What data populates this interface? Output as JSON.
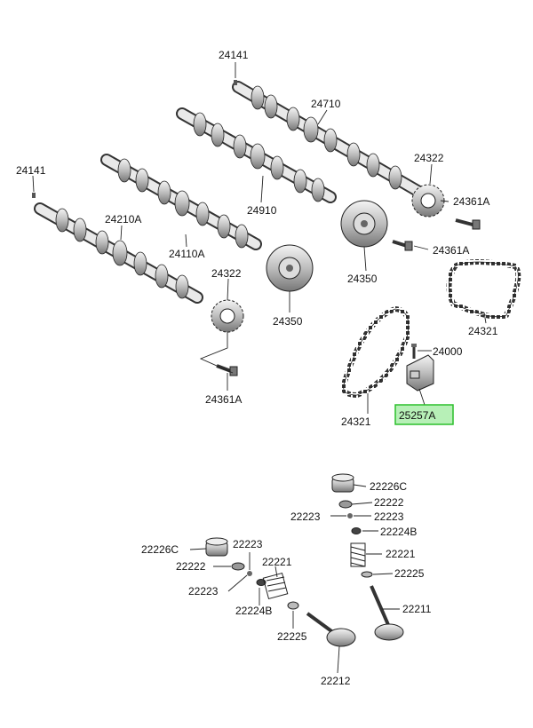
{
  "diagram": {
    "labels": {
      "p24141_top": "24141",
      "p24710": "24710",
      "p24322_top": "24322",
      "p24361a_r1": "24361A",
      "p24910": "24910",
      "p24141_left": "24141",
      "p24210a": "24210A",
      "p24110a": "24110A",
      "p24361a_r2": "24361A",
      "p24350_top": "24350",
      "p24322_left": "24322",
      "p24350_mid": "24350",
      "p24321_right": "24321",
      "p24000": "24000",
      "p24361a_bottom": "24361A",
      "p24321_mid": "24321",
      "p25257a": "25257A",
      "p22226c_r": "22226C",
      "p22222_r": "22222",
      "p22223_rl": "22223",
      "p22223_rr": "22223",
      "p22224b_r": "22224B",
      "p22221_r": "22221",
      "p22225_r": "22225",
      "p22211": "22211",
      "p22226c_l": "22226C",
      "p22223_l1": "22223",
      "p22222_l": "22222",
      "p22221_l": "22221",
      "p22223_l2": "22223",
      "p22224b_l": "22224B",
      "p22225_l": "22225",
      "p22212": "22212"
    },
    "highlighted_part": "25257A",
    "highlight_color": "#2bbf2b",
    "highlight_fill": "#b7f0b7",
    "ink_color": "#222222"
  }
}
